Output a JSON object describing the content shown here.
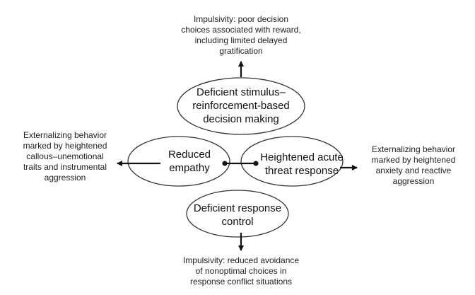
{
  "nodes": {
    "decision_making": [
      "Deficient stimulus–",
      "reinforcement-based",
      "decision making"
    ],
    "empathy": [
      "Reduced",
      "empathy"
    ],
    "threat": [
      "Heightened acute",
      "threat response"
    ],
    "response_control": [
      "Deficient response",
      "control"
    ]
  },
  "outcomes": {
    "top": [
      "Impulsivity: poor decision",
      "choices associated with reward,",
      "including limited delayed",
      "gratification"
    ],
    "left": [
      "Externalizing behavior",
      "marked by heightened",
      "callous–unemotional",
      "traits and instrumental",
      "aggression"
    ],
    "right": [
      "Externalizing behavior",
      "marked by heightened",
      "anxiety and reactive",
      "aggression"
    ],
    "bottom": [
      "Impulsivity: reduced avoidance",
      "of nonoptimal choices in",
      "response conflict situations"
    ]
  }
}
